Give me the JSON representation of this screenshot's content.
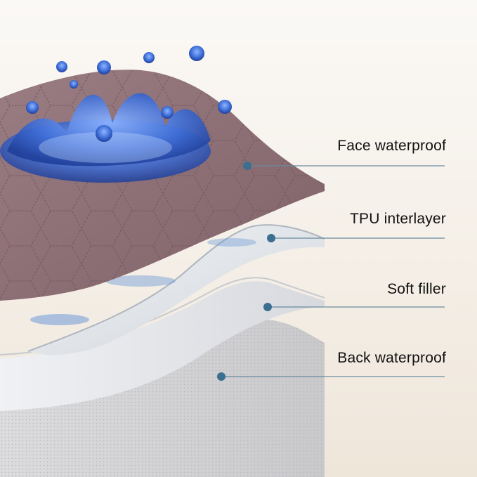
{
  "layers": [
    {
      "label": "Face waterproof",
      "color": "#8d6f75"
    },
    {
      "label": "TPU interlayer",
      "color": "#e8ebee"
    },
    {
      "label": "Soft filler",
      "color": "#e2e4e8"
    },
    {
      "label": "Back waterproof",
      "color": "#d9d9dc"
    }
  ],
  "colors": {
    "background": "#f4efe9",
    "marker": "#3b6f8f",
    "leader_line": "#6a8a9e",
    "water": "#3f6fd8"
  },
  "icons": [
    "water-splash-icon"
  ]
}
